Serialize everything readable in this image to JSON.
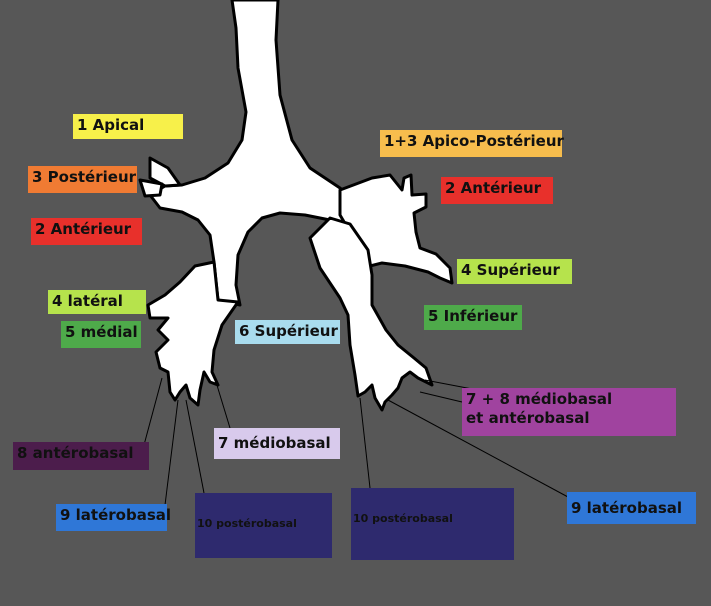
{
  "labels": {
    "l1": {
      "text": "1  Apical",
      "color": "#f7f04a"
    },
    "l2": {
      "text": "3 Postérieur",
      "color": "#f07b33"
    },
    "l3": {
      "text": "2 Antérieur",
      "color": "#e8302b"
    },
    "l4": {
      "text": "4 latéral",
      "color": "#b6e34c"
    },
    "l5": {
      "text": "5 médial",
      "color": "#4eaa4a"
    },
    "l6": {
      "text": "6 Supérieur",
      "color": "#a9dcee"
    },
    "l7": {
      "text": "1+3 Apico-Postérieur",
      "color": "#f7bd4d"
    },
    "l8": {
      "text": "2 Antérieur",
      "color": "#e8302b"
    },
    "l9": {
      "text": "4 Supérieur",
      "color": "#b6e34c"
    },
    "l10": {
      "text": "5 Inférieur",
      "color": "#4eaa4a"
    },
    "l11": {
      "text": "7 + 8 médiobasal",
      "text2": "et antérobasal",
      "color": "#a0439f"
    },
    "l12": {
      "text": "8 antérobasal",
      "color": "#4c1d4c"
    },
    "l13": {
      "text": "7 médiobasal",
      "color": "#d8caec"
    },
    "l14": {
      "text": "9 latérobasal",
      "color": "#2f77d7"
    },
    "l15": {
      "text": "10 postérobasal",
      "color": "#2e2a6e"
    },
    "l16": {
      "text": "10 postérobasal",
      "color": "#2e2a6e"
    },
    "l17": {
      "text": "9 latérobasal",
      "color": "#2f77d7"
    }
  }
}
